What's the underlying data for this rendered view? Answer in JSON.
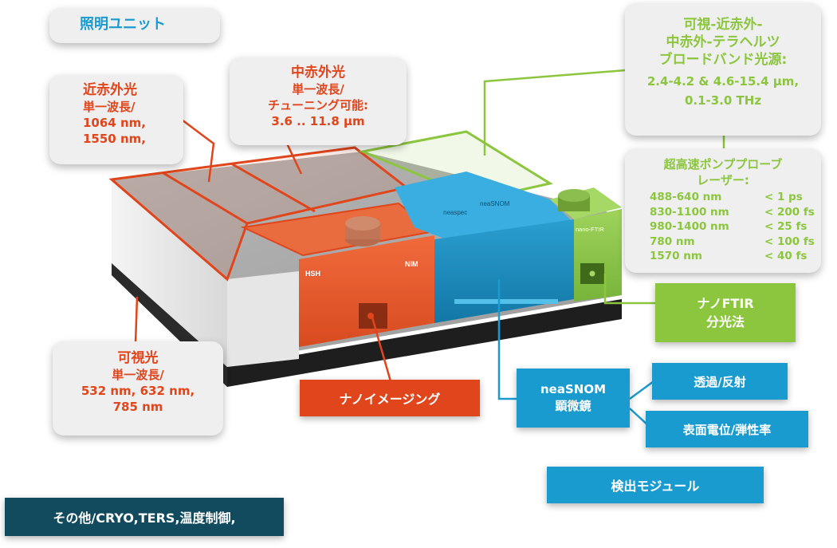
{
  "colors": {
    "orange": "#e0451b",
    "green": "#8cc63f",
    "blue": "#1a9bd0",
    "dark_teal": "#124a5e",
    "card_bg": "#efefef"
  },
  "illumination_unit": {
    "title": "照明ユニット"
  },
  "near_ir": {
    "title": "近赤外光",
    "lines": [
      "単一波長/",
      "1064 nm,",
      "1550 nm,"
    ]
  },
  "mid_ir": {
    "title": "中赤外光",
    "lines": [
      "単一波長/",
      "チューニング可能:",
      "3.6 .. 11.8 µm"
    ]
  },
  "broadband": {
    "lines": [
      "可視-近赤外-",
      "中赤外-テラヘルツ",
      "ブロードバンド光源:"
    ],
    "values": [
      "2.4-4.2 & 4.6-15.4 µm,",
      "0.1-3.0 THz"
    ]
  },
  "pump_probe": {
    "title_lines": [
      "超高速ポンププローブ",
      "レーザー:"
    ],
    "rows": [
      {
        "range": "488-640 nm",
        "pulse": "< 1 ps"
      },
      {
        "range": "830-1100 nm",
        "pulse": "< 200 fs"
      },
      {
        "range": "980-1400 nm",
        "pulse": "< 25 fs"
      },
      {
        "range": "780 nm",
        "pulse": "< 100 fs"
      },
      {
        "range": "1570 nm",
        "pulse": "< 40 fs"
      }
    ]
  },
  "visible": {
    "title": "可視光",
    "lines": [
      "単一波長/",
      "532 nm, 632 nm,",
      "785 nm"
    ]
  },
  "nano_imaging": {
    "label": "ナノイメージング"
  },
  "nano_ftir": {
    "lines": [
      "ナノFTIR",
      "分光法"
    ]
  },
  "neasnom": {
    "lines": [
      "neaSNOM",
      "顕微鏡"
    ]
  },
  "transmission": {
    "label": "透過/反射"
  },
  "surface_potential": {
    "label": "表面電位/弾性率"
  },
  "detection_module": {
    "label": "検出モジュール"
  },
  "others": {
    "label": "その他/CRYO,TERS,温度制御,"
  },
  "device_labels": {
    "hsh": "HSH",
    "nim": "NIM",
    "neaspec": "neaspec",
    "neasnom_unit": "neaSNOM",
    "nano_ftir_unit": "nano-FTIR"
  }
}
